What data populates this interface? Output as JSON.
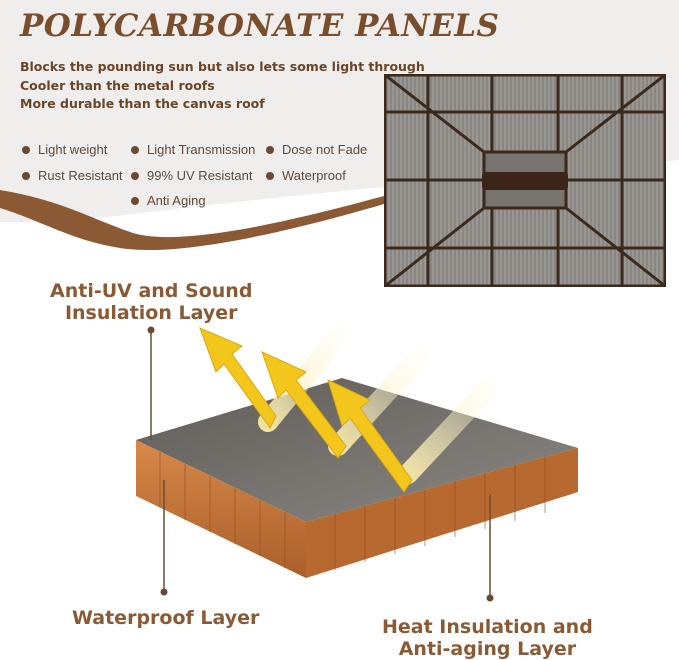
{
  "title": "POLYCARBONATE PANELS",
  "description_lines": [
    "Blocks the pounding sun but also lets some light through",
    "Cooler than the metal roofs",
    "More durable than the canvas roof"
  ],
  "features": [
    "Light weight",
    "Light Transmission",
    "Dose not Fade",
    "Rust Resistant",
    "99% UV Resistant",
    "Waterproof",
    "Anti Aging"
  ],
  "layers": {
    "top_line1": "Anti-UV and Sound",
    "top_line2": "Insulation Layer",
    "bottom_left": "Waterproof Layer",
    "bottom_right_line1": "Heat Insulation and",
    "bottom_right_line2": "Anti-aging Layer"
  },
  "colors": {
    "accent_brown": "#7a4e2d",
    "background_gray": "#efeeec",
    "arrow_yellow": "#f3c61c",
    "panel_top": "#6e6a65",
    "panel_edge": "#c6783a"
  }
}
